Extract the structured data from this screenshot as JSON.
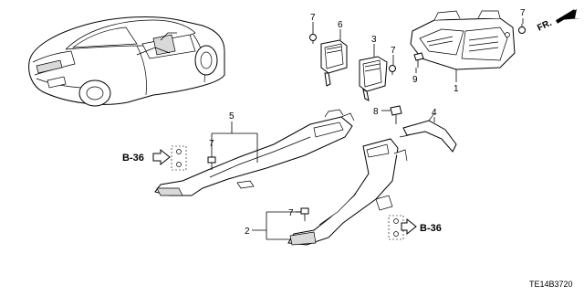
{
  "diagram": {
    "callouts": {
      "c1": "1",
      "c2": "2",
      "c3": "3",
      "c4": "4",
      "c5": "5",
      "c6": "6",
      "c7a": "7",
      "c7b": "7",
      "c7c": "7",
      "c7d": "7",
      "c7e": "7",
      "c8": "8",
      "c9": "9"
    },
    "references": {
      "left": "B-36",
      "right": "B-36"
    },
    "direction_label": "FR.",
    "diagram_code": "TE14B3720"
  }
}
